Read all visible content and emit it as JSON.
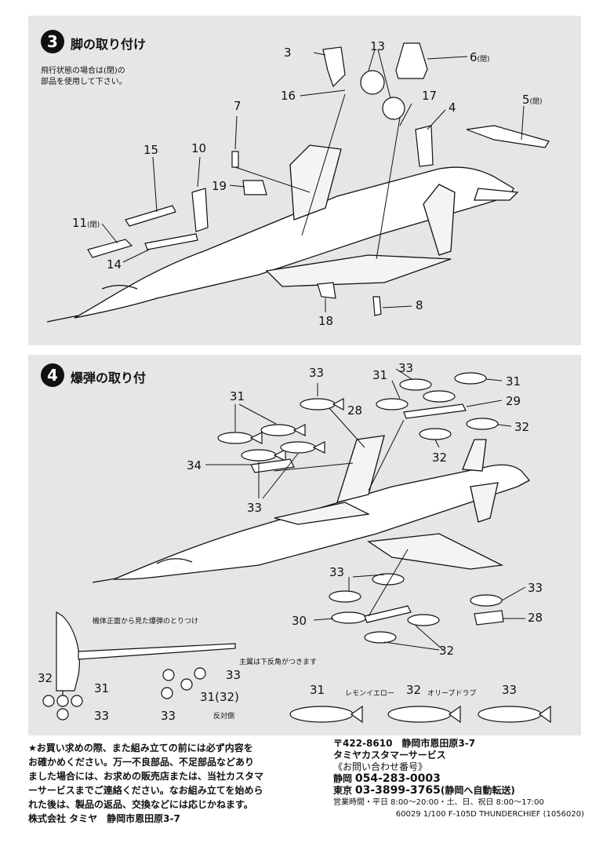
{
  "step3": {
    "number": "3",
    "title": "脚の取り付け",
    "note_line1": "飛行状態の場合は(閉)の",
    "note_line2": "部品を使用して下さい。",
    "closed_suffix": "(閉)",
    "labels": {
      "p3": "3",
      "p6": "6",
      "p13": "13",
      "p16": "16",
      "p17": "17",
      "p4": "4",
      "p5": "5",
      "p7": "7",
      "p15": "15",
      "p10": "10",
      "p19": "19",
      "p11": "11",
      "p14": "14",
      "p18": "18",
      "p8": "8"
    }
  },
  "step4": {
    "number": "4",
    "title": "爆弾の取り付",
    "labels": {
      "a33": "33",
      "a31": "31",
      "b31": "31",
      "a28": "28",
      "a29": "29",
      "a32": "32",
      "b32": "32",
      "a34": "34",
      "b33": "33",
      "c33": "33",
      "d33": "33",
      "a30": "30",
      "b28": "28",
      "c32": "32"
    },
    "front_view_caption": "機体正面から見た爆弾のとりつけ",
    "dihedral_note": "主翼は下反角がつきます",
    "front_labels": {
      "f32": "32",
      "f31": "31",
      "f33a": "33",
      "f33b": "33",
      "f33c": "33",
      "f31_32": "31(32)",
      "opposite": "反対側"
    },
    "colors": {
      "c31": "31",
      "lemon": "レモンイエロー",
      "c32": "32",
      "olive": "オリーブドラブ",
      "c33": "33"
    }
  },
  "footer": {
    "warning_line1": "★お買い求めの際、また組み立ての前には必ず内容を",
    "warning_line2": "お確かめください。万一不良部品、不足部品などあり",
    "warning_line3": "ました場合には、お求めの販売店または、当社カスタマ",
    "warning_line4": "ーサービスまでご連絡ください。なお組み立てを始めら",
    "warning_line5": "れた後は、製品の返品、交換などには応じかねます。",
    "company": "株式会社 タミヤ　静岡市恩田原3-7",
    "address": "〒422-8610　静岡市恩田原3-7",
    "service": "タミヤカスタマーサービス",
    "inquiry": "《お問い合わせ番号》",
    "shizuoka_label": "静岡",
    "shizuoka_phone": "054-283-0003",
    "tokyo_label": "東京",
    "tokyo_phone": "03-3899-3765",
    "tokyo_note": "(静岡へ自動転送)",
    "hours": "営業時間・平日 8:00～20:00・土、日、祝日 8:00～17:00",
    "product_code": "60029  1/100 F-105D THUNDERCHIEF (1056020)"
  }
}
